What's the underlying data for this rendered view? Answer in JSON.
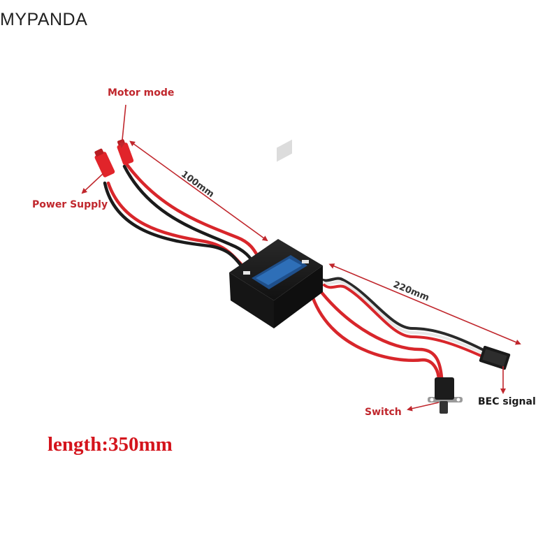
{
  "brand": {
    "name": "MYPANDA"
  },
  "labels": {
    "motor_mode": "Motor mode",
    "power_supply": "Power Supply",
    "switch": "Switch",
    "bec_signal": "BEC signal"
  },
  "dimensions": {
    "motor_wire": "100mm",
    "signal_wire": "220mm"
  },
  "caption": {
    "length": "length:350mm"
  },
  "colors": {
    "annotation_red": "#c0272d",
    "caption_red": "#d4141c",
    "wire_red": "#d8262b",
    "wire_black": "#1b1b1b",
    "body_black": "#1e1e1e"
  }
}
